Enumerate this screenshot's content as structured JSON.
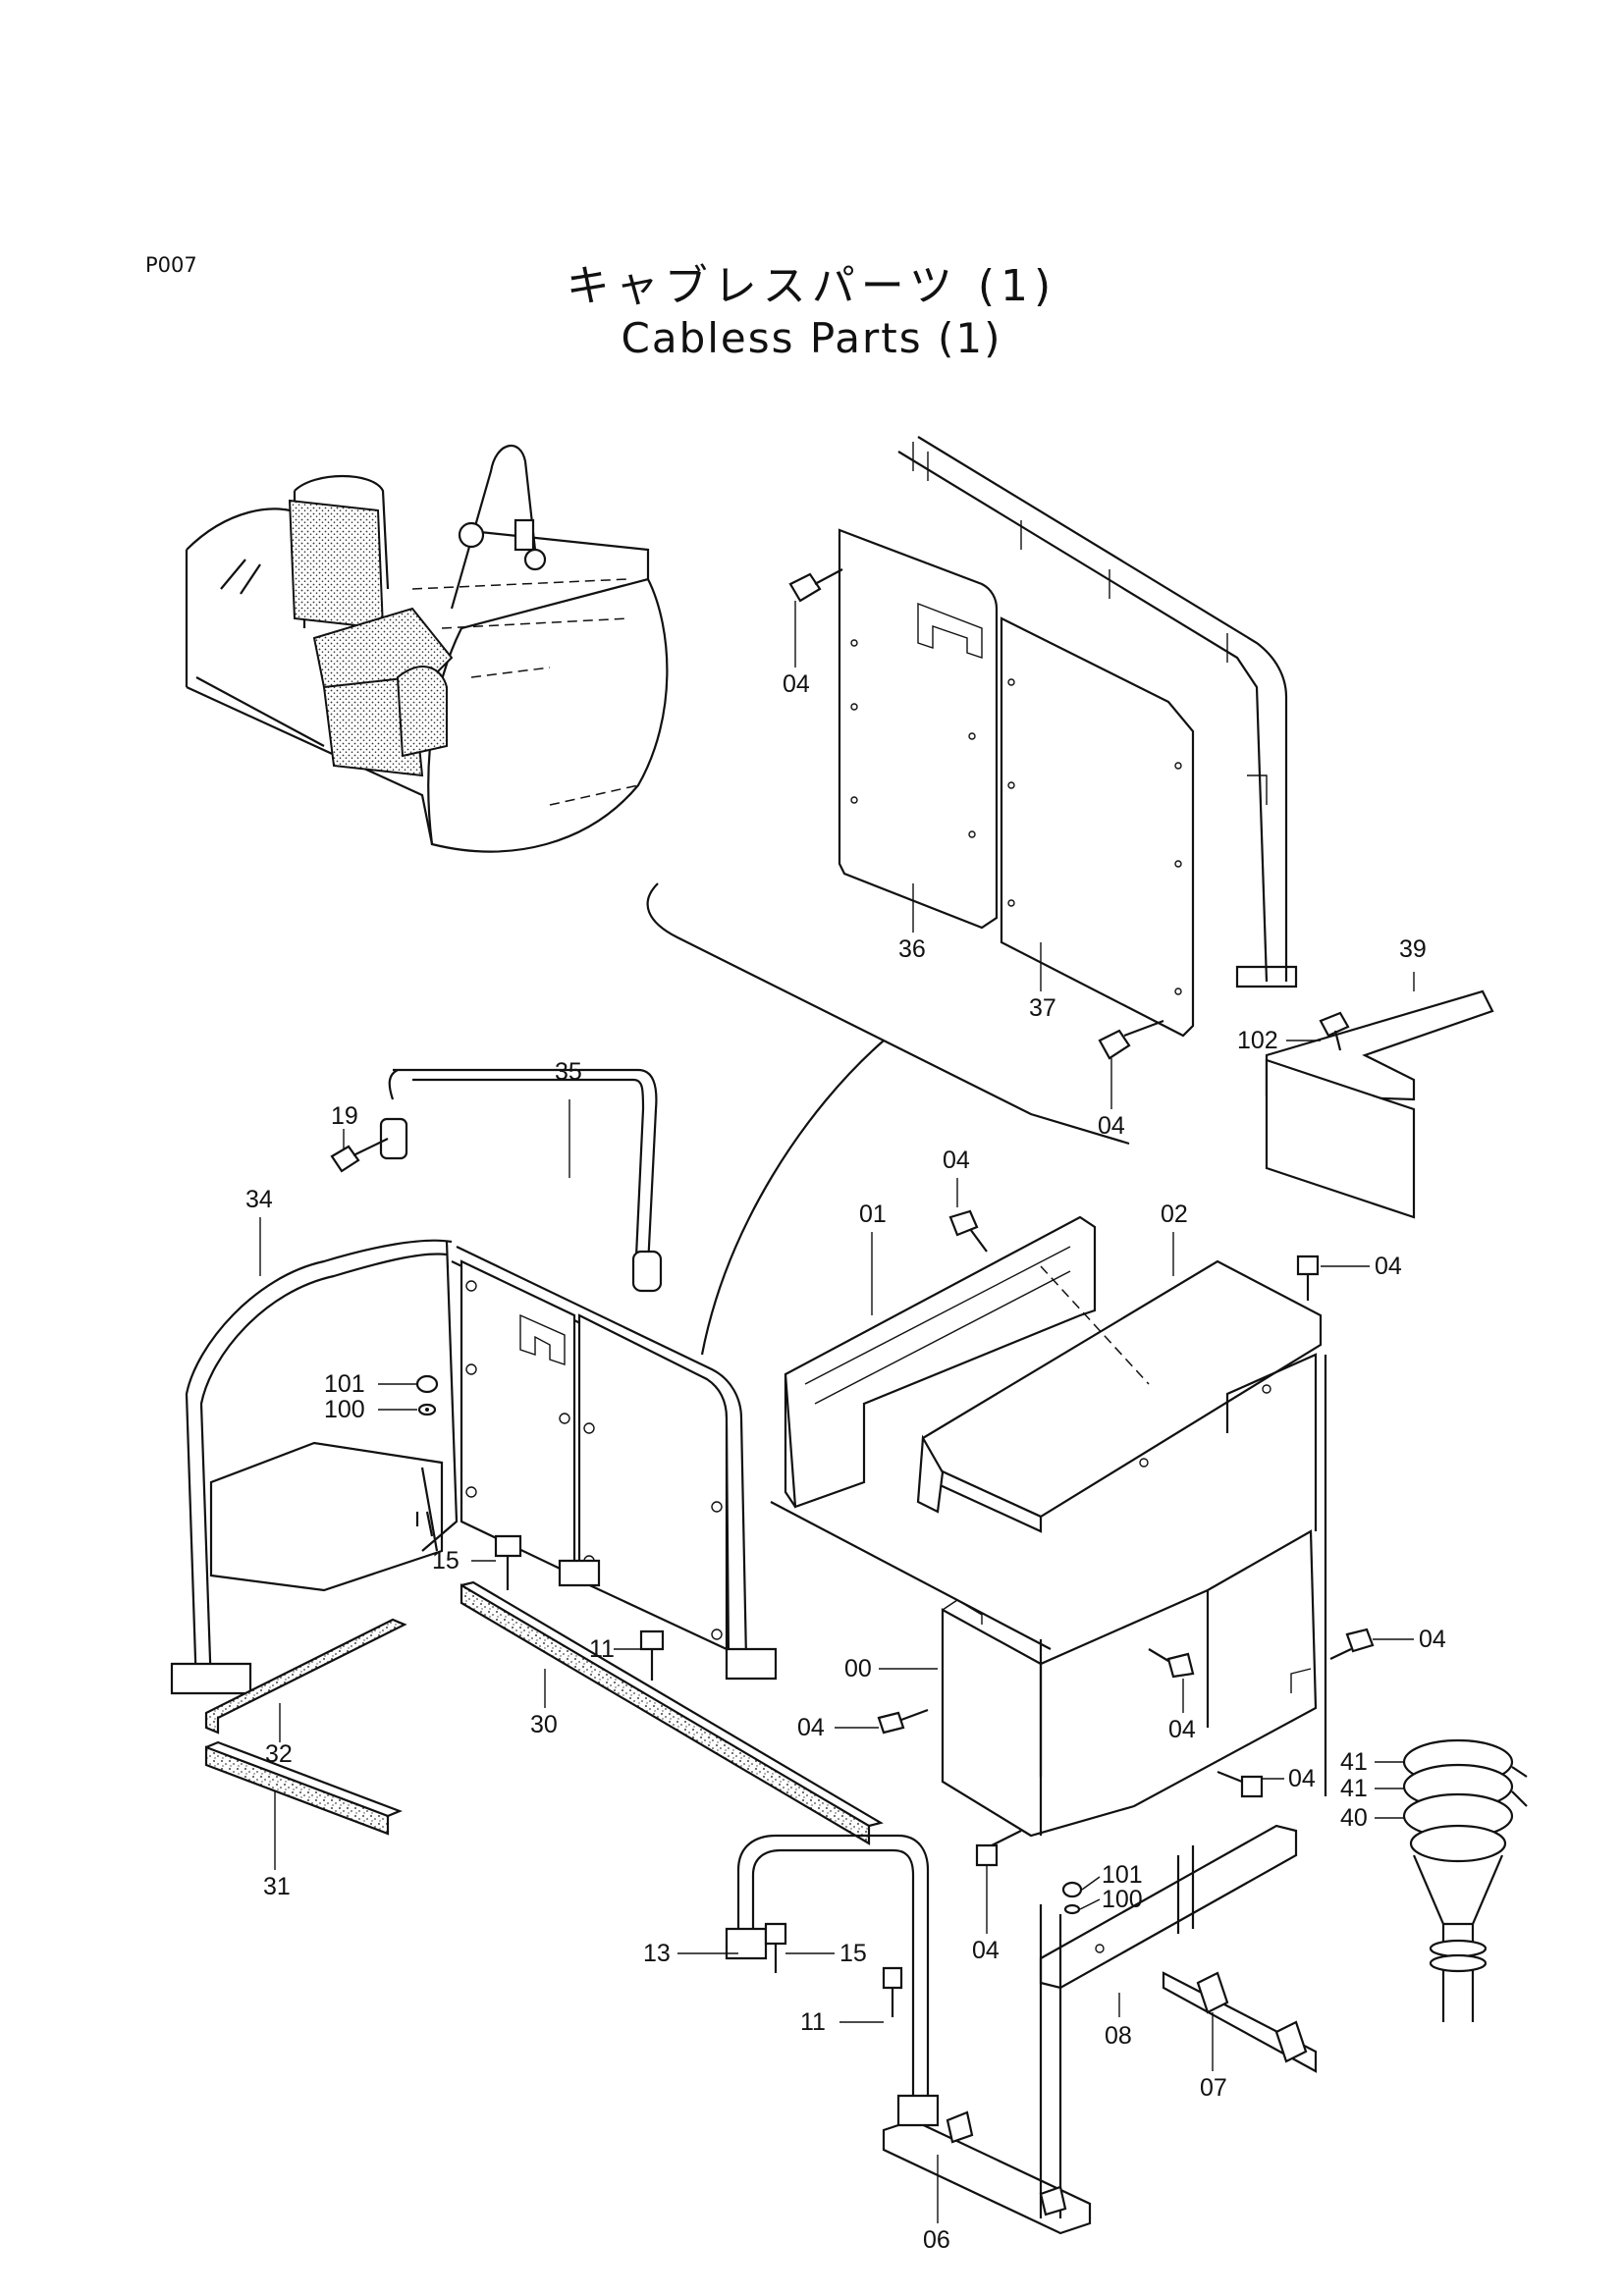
{
  "page_code": "P007",
  "title_ja": "キャブレスパーツ (1)",
  "title_en": "Cabless Parts (1)",
  "labels": {
    "p00": "00",
    "p01": "01",
    "p02": "02",
    "p04a": "04",
    "p04b": "04",
    "p04c": "04",
    "p04d": "04",
    "p04e": "04",
    "p04f": "04",
    "p04g": "04",
    "p04h": "04",
    "p04i": "04",
    "p06": "06",
    "p07": "07",
    "p08": "08",
    "p11a": "11",
    "p11b": "11",
    "p13": "13",
    "p15a": "15",
    "p15b": "15",
    "p19": "19",
    "p30": "30",
    "p31": "31",
    "p32": "32",
    "p34": "34",
    "p35": "35",
    "p36": "36",
    "p37": "37",
    "p39": "39",
    "p40": "40",
    "p41a": "41",
    "p41b": "41",
    "p100a": "100",
    "p100b": "100",
    "p101a": "101",
    "p101b": "101",
    "p102": "102"
  }
}
